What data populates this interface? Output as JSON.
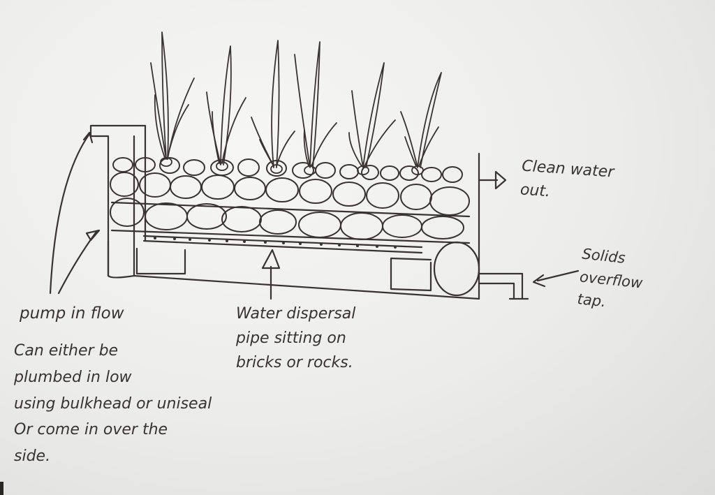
{
  "labels": {
    "clean_water": "Clean water\nout.",
    "solids": "Solids\noverflow\ntap.",
    "pump": "pump in flow",
    "note": "Can either be\nplumbed in low\nusing bulkhead or uniseal\nOr come in over the\nside.",
    "pipe": "Water dispersal\npipe sitting on\nbricks or rocks."
  },
  "colors": {
    "ink": "#3a3230",
    "paper": "#f4f4f2"
  }
}
